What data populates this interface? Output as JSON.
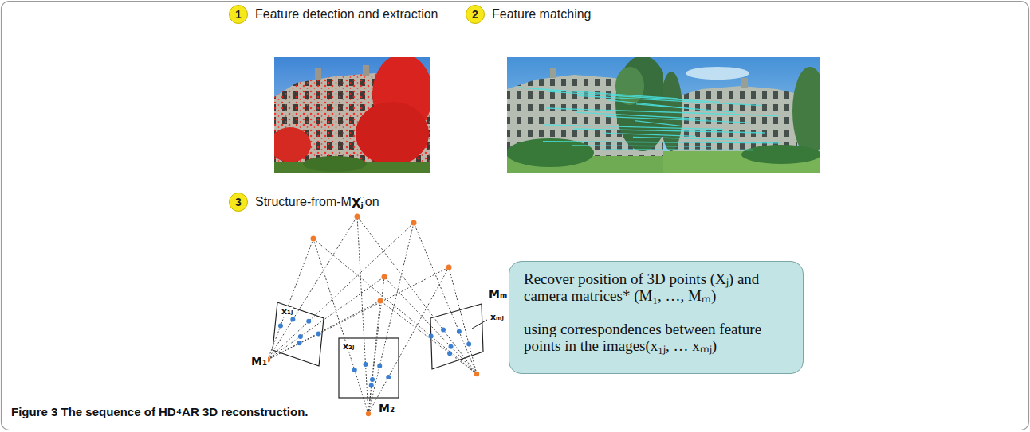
{
  "diagram": {
    "caption": "Figure 3 The sequence of HD⁴AR 3D reconstruction.",
    "nodes": [
      {
        "text": [
          "1",
          "Feature detection and extraction"
        ]
      },
      {
        "text": [
          "2",
          "Feature matching"
        ]
      },
      {
        "text": [
          "3",
          "Structure-from-Motion"
        ]
      },
      {
        "text": [
          "Recover position of 3D points (Xⱼ) and camera matrices* (M₁, …, Mₘ)",
          "using correspondences between feature points in the images(x₁ⱼ, … xₘⱼ)"
        ]
      }
    ],
    "labels": [
      "Xⱼ",
      "x₁ⱼ",
      "M₁",
      "x₂ⱼ",
      "M₂",
      "Mₘ",
      "xₘⱼ"
    ]
  }
}
